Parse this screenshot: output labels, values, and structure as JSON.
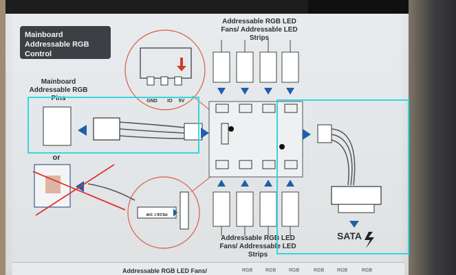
{
  "header": {
    "badge_line1": "Mainboard",
    "badge_line2": "Addressable RGB Control"
  },
  "labels": {
    "mainboard_pins": "Mainboard Addressable RGB Pins",
    "top_fans": "Addressable RGB LED Fans/ Addressable LED Strips",
    "bottom_fans": "Addressable RGB LED Fans/ Addressable LED Strips",
    "or": "or",
    "sata": "SATA",
    "gnd": "GND",
    "io": "IO",
    "v5": "5V",
    "reset_sw": "RESET SW",
    "bottom_title": "Addressable RGB LED Fans/",
    "rgb": "RGB"
  },
  "colors": {
    "highlight": "#35d6df",
    "arrow_blue": "#1f5fa8",
    "cross_red": "#e03030",
    "paper": "#e6e9ec"
  }
}
